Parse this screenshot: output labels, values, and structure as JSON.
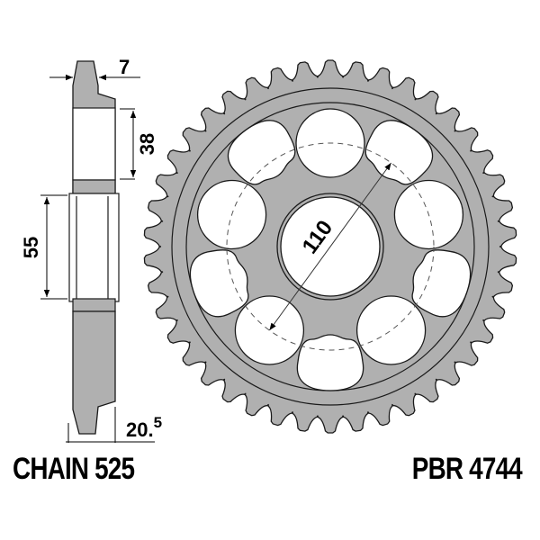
{
  "diagram": {
    "subject": "Rear motorcycle chain sprocket",
    "teeth": 42,
    "colors": {
      "metal": "#b0b0b0",
      "outline": "#1a1a1a",
      "background": "#ffffff"
    },
    "dimensions": {
      "tooth_width": "7",
      "hub_height": "38",
      "bore_height": "55",
      "overall_width": "20.",
      "overall_width_sup": "5",
      "bolt_circle_diameter": "110"
    }
  },
  "captions": {
    "chain": "CHAIN 525",
    "part_number": "PBR 4744"
  }
}
